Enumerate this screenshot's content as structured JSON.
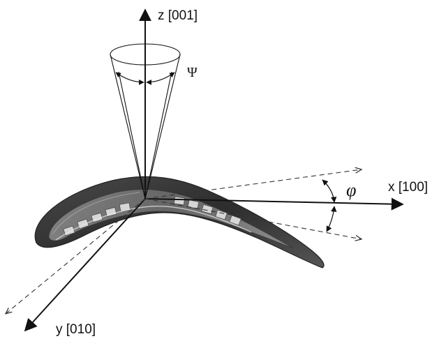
{
  "diagram": {
    "axes": {
      "z": {
        "label": "z [001]"
      },
      "x": {
        "label": "x [100]"
      },
      "y": {
        "label": "y [010]"
      }
    },
    "angles": {
      "psi": {
        "symbol": "Ψ"
      },
      "phi": {
        "symbol": "φ"
      }
    },
    "object": {
      "icon": "turbine-blade-airfoil-icon"
    },
    "colors": {
      "axis": "#111111",
      "dashed": "#333333",
      "blade_dark": "#3a3a3a",
      "blade_light": "#9a9a9a"
    }
  }
}
